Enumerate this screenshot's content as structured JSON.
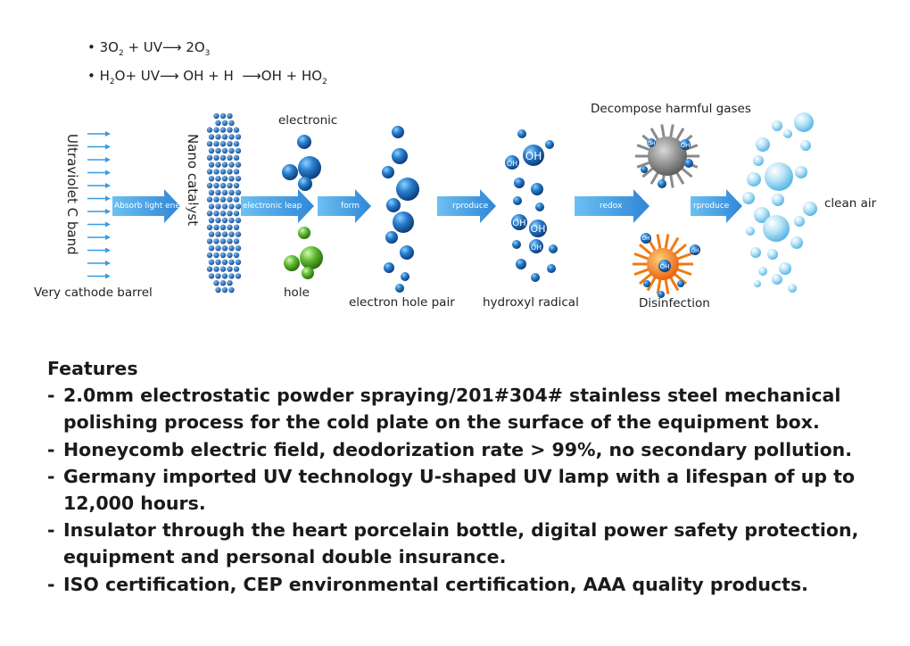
{
  "equations": [
    {
      "html": "3O<sub>2</sub> + UV⟶ 2O<sub>3</sub>",
      "text": "3O2 + UV⟶ 2O3"
    },
    {
      "text": "H2O+ UV⟶ OH + H ⟶OH + HO2"
    }
  ],
  "labels": {
    "uv_band": "Ultraviolet C band",
    "nano_catalyst": "Nano catalyst",
    "cathode": "Very cathode barrel",
    "electronic": "electronic",
    "hole": "hole",
    "electron_hole_pair": "electron hole pair",
    "hydroxyl_radical": "hydroxyl radical",
    "decompose": "Decompose harmful gases",
    "disinfection": "Disinfection",
    "clean_air": "clean  air"
  },
  "arrows": {
    "absorb": "Absorb light energy",
    "leap": "electronic leap",
    "form": "form",
    "produce1": "rproduce",
    "redox": "redox",
    "produce2": "rproduce"
  },
  "oh_label": "OH",
  "colors": {
    "arrow_blue": "#3a9be0",
    "ball_blue": "#1f6fb8",
    "ball_green": "#5cb82e",
    "virus_orange": "#f07a10",
    "virus_gray": "#8a8a8a",
    "air_light": "#9fd8f3"
  },
  "features": {
    "heading": "Features",
    "items": [
      "2.0mm electrostatic powder spraying/201#304# stainless steel mechanical polishing process for the cold plate on the surface of the equipment box.",
      "Honeycomb electric field, deodorization rate > 99%, no secondary pollution.",
      "Germany imported UV technology U-shaped UV lamp with a lifespan of up to 12,000 hours.",
      "Insulator through the heart porcelain bottle, digital power safety protection, equipment and personal double insurance.",
      "ISO certification, CEP environmental certification, AAA quality products."
    ]
  }
}
